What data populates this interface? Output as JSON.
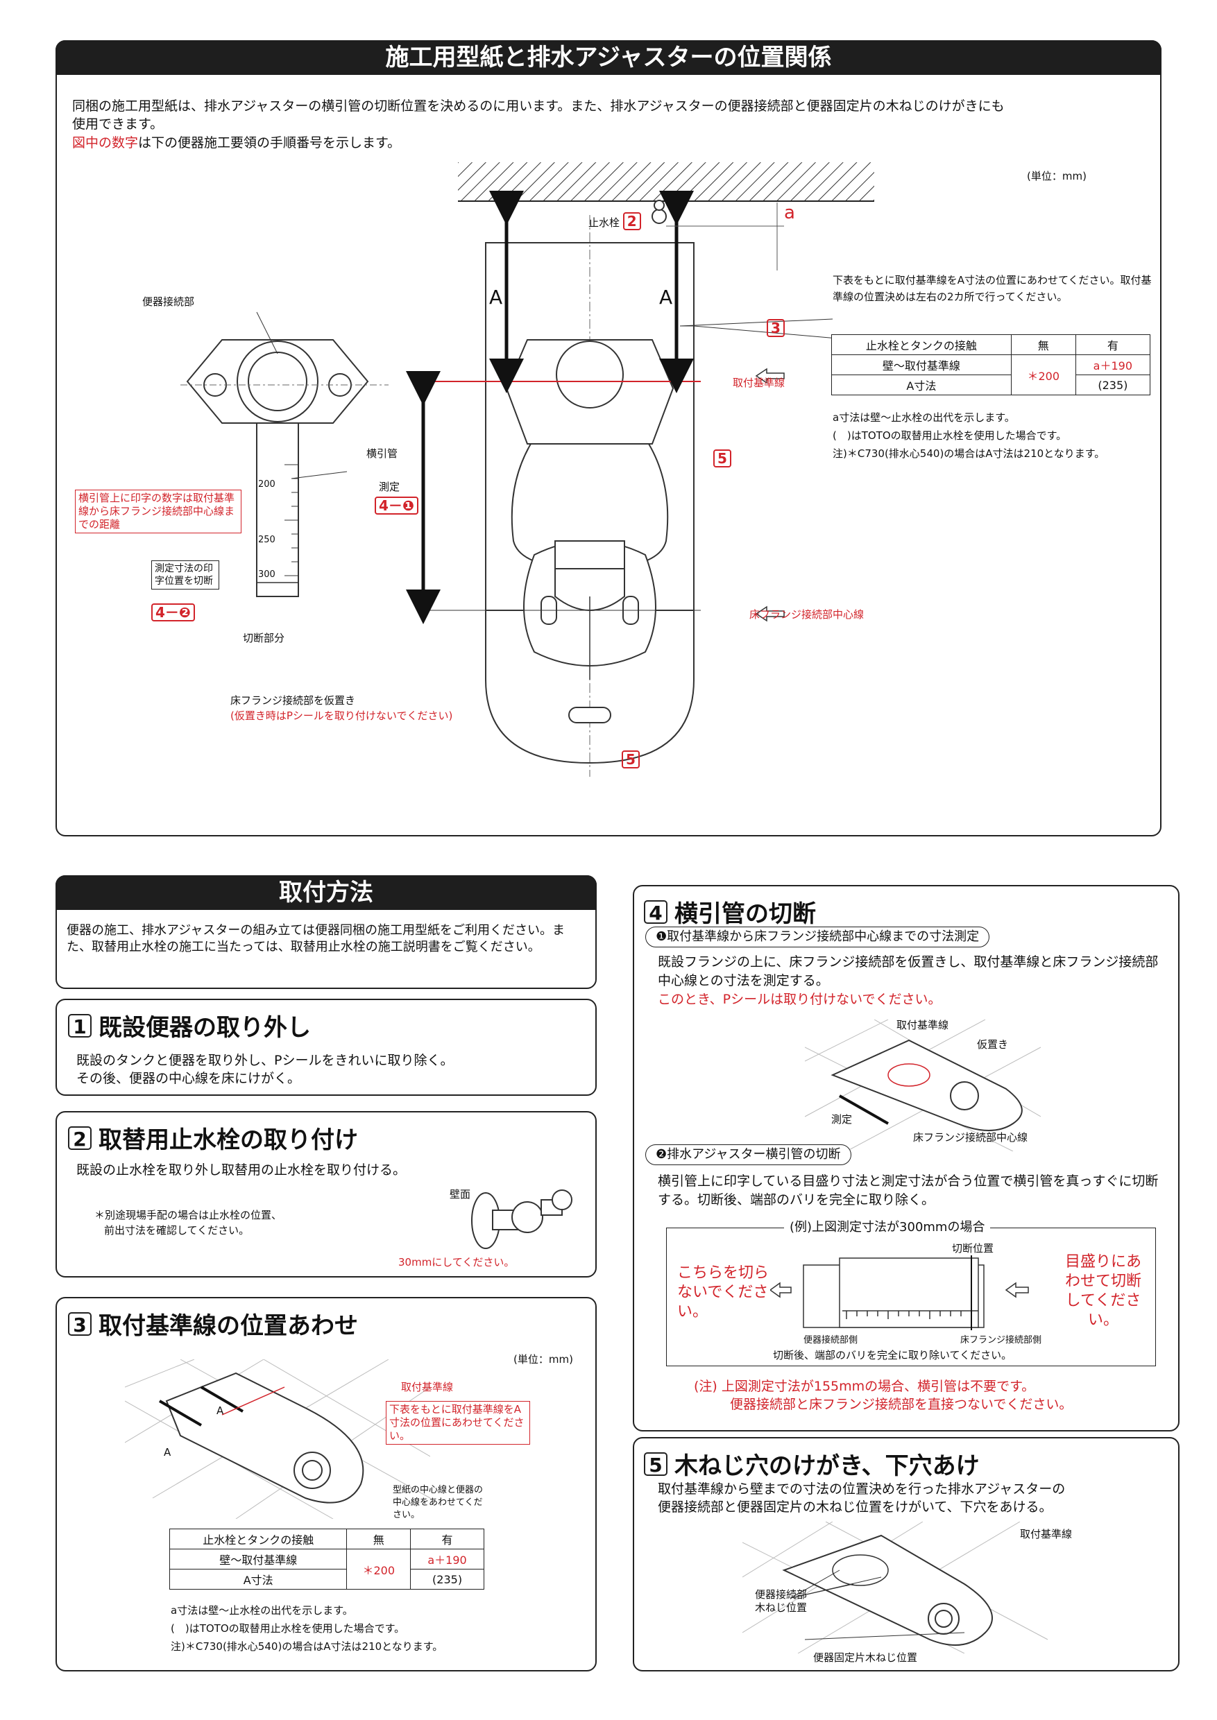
{
  "top": {
    "title": "施工用型紙と排水アジャスターの位置関係",
    "intro1": "同梱の施工用型紙は、排水アジャスターの横引管の切断位置を決めるのに用います。また、排水アジャスターの便器接続部と便器固定片の木ねじのけがきにも",
    "intro2": "使用できます。",
    "intro3_red": "図中の数字",
    "intro3_rest": "は下の便器施工要領の手順番号を示します。",
    "unit": "(単位：mm)",
    "labels": {
      "benki_setsuzoku": "便器接続部",
      "yokobikikan": "横引管",
      "sokutei": "測定",
      "step4_1": "4－❶",
      "step4_2": "4－❷",
      "print_note": "横引管上に印字の数字は取付基準線から床フランジ接続部中心線までの距離",
      "measure_note": "測定寸法の印字位置を切断",
      "cut_part": "切断部分",
      "shisuisen": "止水栓",
      "step2": "2",
      "step3": "3",
      "step5": "5",
      "a": "a",
      "A": "A",
      "toritsuke_kijun": "取付基準線",
      "yuka_flange": "床フランジ接続部中心線",
      "karioki": "床フランジ接続部を仮置き",
      "karioki_note": "(仮置き時はPシールを取り付けないでください)",
      "scale_200": "200",
      "scale_250": "250",
      "scale_300": "300"
    },
    "right_note": "下表をもとに取付基準線をA寸法の位置にあわせてください。取付基準線の位置決めは左右の2カ所で行ってください。",
    "table": {
      "h1": "止水栓とタンクの接触",
      "h2": "無",
      "h3": "有",
      "r1": "壁～取付基準線",
      "r2": "A寸法",
      "v1": "＊200",
      "v2": "a＋190",
      "v3": "(235)"
    },
    "notes": [
      "a寸法は壁～止水栓の出代を示します。",
      "(　)はTOTOの取替用止水栓を使用した場合です。",
      "注)＊C730(排水心540)の場合はA寸法は210となります。"
    ]
  },
  "method": {
    "title": "取付方法",
    "text": "便器の施工、排水アジャスターの組み立ては便器同梱の施工用型紙をご利用ください。また、取替用止水栓の施工に当たっては、取替用止水栓の施工説明書をご覧ください。"
  },
  "s1": {
    "num": "1",
    "title": "既設便器の取り外し",
    "l1": "既設のタンクと便器を取り外し、Pシールをきれいに取り除く。",
    "l2": "その後、便器の中心線を床にけがく。"
  },
  "s2": {
    "num": "2",
    "title": "取替用止水栓の取り付け",
    "l1": "既設の止水栓を取り外し取替用の止水栓を取り付ける。",
    "note1": "＊別途現場手配の場合は止水栓の位置、",
    "note2": "前出寸法を確認してください。",
    "wall": "壁面",
    "red": "30mmにしてください。"
  },
  "s3": {
    "num": "3",
    "title": "取付基準線の位置あわせ",
    "unit": "(単位：mm)",
    "kijun": "取付基準線",
    "redbox": "下表をもとに取付基準線をA寸法の位置にあわせてください。",
    "center": "型紙の中心線と便器の中心線をあわせてください。",
    "A": "A",
    "table": {
      "h1": "止水栓とタンクの接触",
      "h2": "無",
      "h3": "有",
      "r1": "壁～取付基準線",
      "r2": "A寸法",
      "v1": "＊200",
      "v2": "a＋190",
      "v3": "(235)"
    },
    "notes": [
      "a寸法は壁～止水栓の出代を示します。",
      "(　)はTOTOの取替用止水栓を使用した場合です。",
      "注)＊C730(排水心540)の場合はA寸法は210となります。"
    ]
  },
  "s4": {
    "num": "4",
    "title": "横引管の切断",
    "sub1": "❶取付基準線から床フランジ接続部中心線までの寸法測定",
    "t1": "既設フランジの上に、床フランジ接続部を仮置きし、取付基準線と床フランジ接続部中心線との寸法を測定する。",
    "red1": "このとき、Pシールは取り付けないでください。",
    "d_kijun": "取付基準線",
    "d_karioki": "仮置き",
    "d_sokutei": "測定",
    "d_center": "床フランジ接続部中心線",
    "sub2": "❷排水アジャスター横引管の切断",
    "t2": "横引管上に印字している目盛り寸法と測定寸法が合う位置で横引管を真っすぐに切断する。切断後、端部のバリを完全に取り除く。",
    "box_title": "(例)上図測定寸法が300mmの場合",
    "cut_pos": "切断位置",
    "left_red": "こちらを切らないでください。",
    "right_red": "目盛りにあわせて切断してください。",
    "side1": "便器接続部側",
    "side2": "床フランジ接続部側",
    "bari": "切断後、端部のバリを完全に取り除いてください。",
    "note1": "(注) 上図測定寸法が155mmの場合、横引管は不要です。",
    "note2": "便器接続部と床フランジ接続部を直接つないでください。"
  },
  "s5": {
    "num": "5",
    "title": "木ねじ穴のけがき、下穴あけ",
    "t1": "取付基準線から壁までの寸法の位置決めを行った排水アジャスターの",
    "t2": "便器接続部と便器固定片の木ねじ位置をけがいて、下穴をあける。",
    "kijun": "取付基準線",
    "benki": "便器接続部木ねじ位置",
    "kotei": "便器固定片木ねじ位置"
  }
}
